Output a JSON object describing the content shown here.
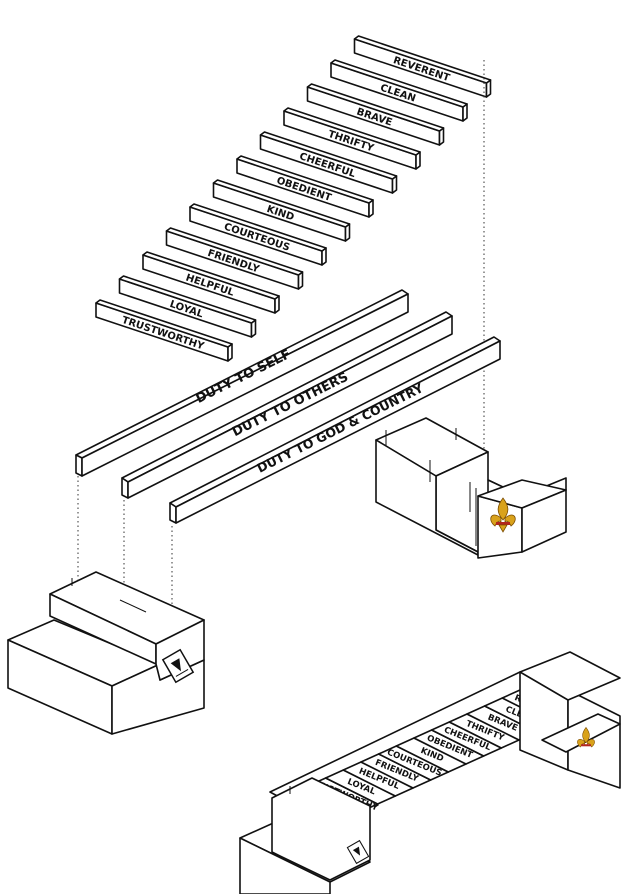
{
  "stair_labels": [
    "TRUSTWORTHY",
    "LOYAL",
    "HELPFUL",
    "FRIENDLY",
    "COURTEOUS",
    "KIND",
    "OBEDIENT",
    "CHEERFUL",
    "THRIFTY",
    "BRAVE",
    "CLEAN",
    "REVERENT"
  ],
  "stringers": [
    "DUTY TO SELF",
    "DUTY TO OTHERS",
    "DUTY TO GOD & COUNTRY"
  ],
  "colors": {
    "line": "#111111",
    "fleur_gold": "#d9a21b",
    "fleur_red": "#b3261e"
  },
  "icons": [
    "fleur-de-lis-icon",
    "rank-badge-icon"
  ]
}
